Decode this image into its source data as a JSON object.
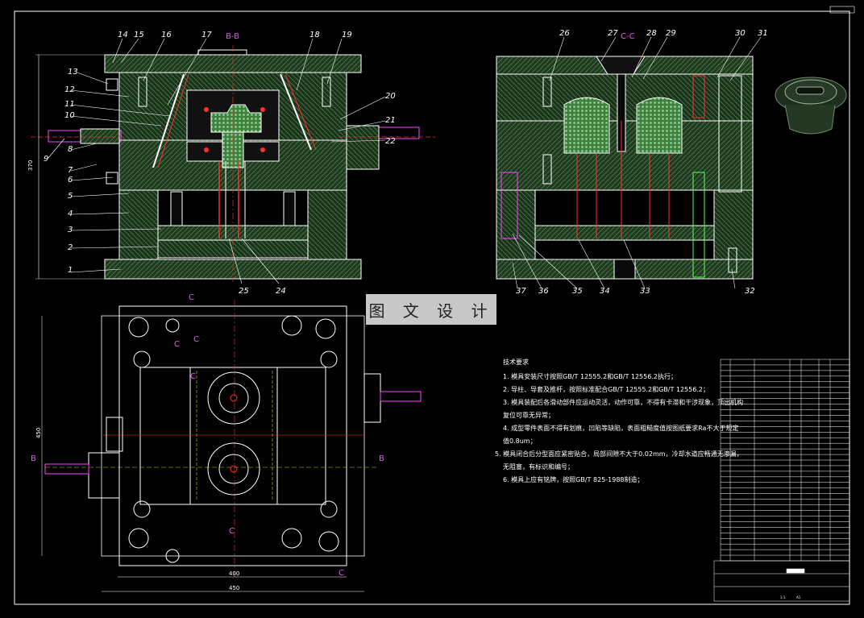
{
  "banner": "图 文 设 计",
  "section_bb": "B-B",
  "section_cc": "C-C",
  "left_part_numbers": [
    "1",
    "2",
    "3",
    "4",
    "5",
    "6",
    "7",
    "8",
    "9",
    "10",
    "11",
    "12",
    "13",
    "14",
    "15",
    "16",
    "17",
    "18",
    "19",
    "20",
    "21",
    "22",
    "24",
    "25"
  ],
  "right_part_numbers": [
    "26",
    "27",
    "28",
    "29",
    "30",
    "31",
    "32",
    "33",
    "34",
    "35",
    "36",
    "37"
  ],
  "plan_markers": {
    "c": "C",
    "b": "B"
  },
  "dimensions": {
    "plan_width_inner": "400",
    "plan_width_outer": "450",
    "plan_height": "450",
    "section_height": "370"
  },
  "technical_notes": {
    "heading": "技术要求",
    "lines": [
      "1. 模具安装尺寸按照GB/T 12555.2和GB/T 12556.2执行；",
      "2. 导柱、导套及推杆，按照标准配合GB/T 12555.2和GB/T 12556.2；",
      "3. 模具装配后各滑动部件应运动灵活，动作可靠，不得有卡滞和干涉现象，顶出机构",
      "   复位可靠无异常；",
      "4. 成型零件表面不得有划痕，凹陷等缺陷，表面粗糙度值按图纸要求Ra不大于规定",
      "   值0.8um；",
      "5. 模具闭合后分型面应紧密贴合，局部间隙不大于0.02mm，冷却水道应畅通无渗漏，",
      "   无阻塞，有标识和编号；",
      "6. 模具上应有铭牌，按照GB/T 825-1988制造；"
    ]
  },
  "title_block": {
    "scale": "1:1",
    "sheet": "A1"
  },
  "colors": {
    "background": "#000000",
    "outline": "#ffffff",
    "hatch": "#2e4a2e",
    "cavity": "#5a9a5a",
    "red": "#ff3030",
    "magenta": "#ff44ff",
    "yellow": "#d4d400"
  }
}
